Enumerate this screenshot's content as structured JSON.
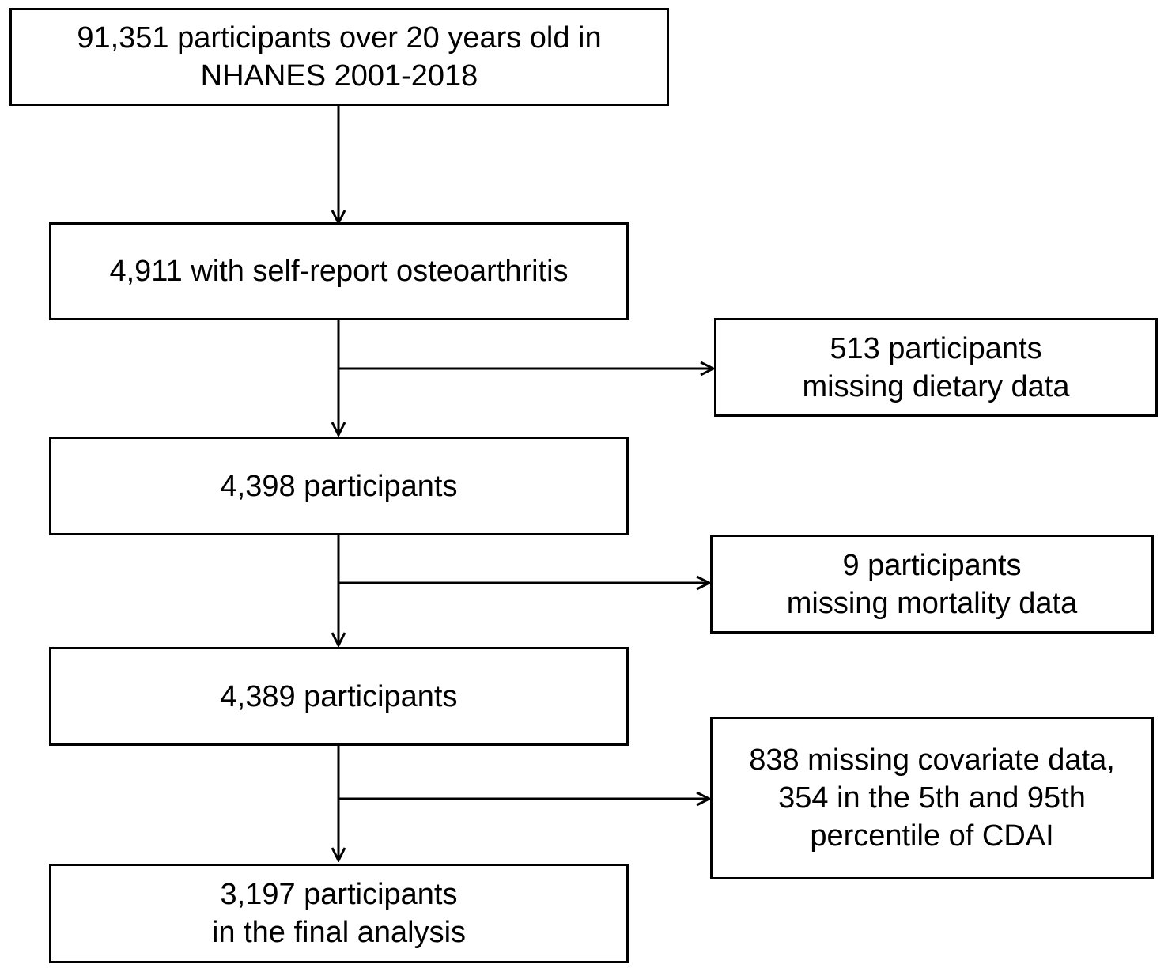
{
  "flowchart": {
    "main_steps": [
      {
        "lines": [
          "91,351 participants over 20 years old in",
          "NHANES 2001-2018"
        ]
      },
      {
        "lines": [
          "4,911 with self-report osteoarthritis"
        ]
      },
      {
        "lines": [
          "4,398 participants"
        ]
      },
      {
        "lines": [
          "4,389 participants"
        ]
      },
      {
        "lines": [
          "3,197 participants",
          "in the final analysis"
        ]
      }
    ],
    "exclusions": [
      {
        "lines": [
          "513 participants",
          "missing dietary data"
        ]
      },
      {
        "lines": [
          "9 participants",
          "missing mortality data"
        ]
      },
      {
        "lines": [
          "838 missing covariate data,",
          "354 in the 5th and 95th",
          "percentile of CDAI"
        ]
      }
    ],
    "line_color": "#000000",
    "box_border_color": "#000000"
  }
}
